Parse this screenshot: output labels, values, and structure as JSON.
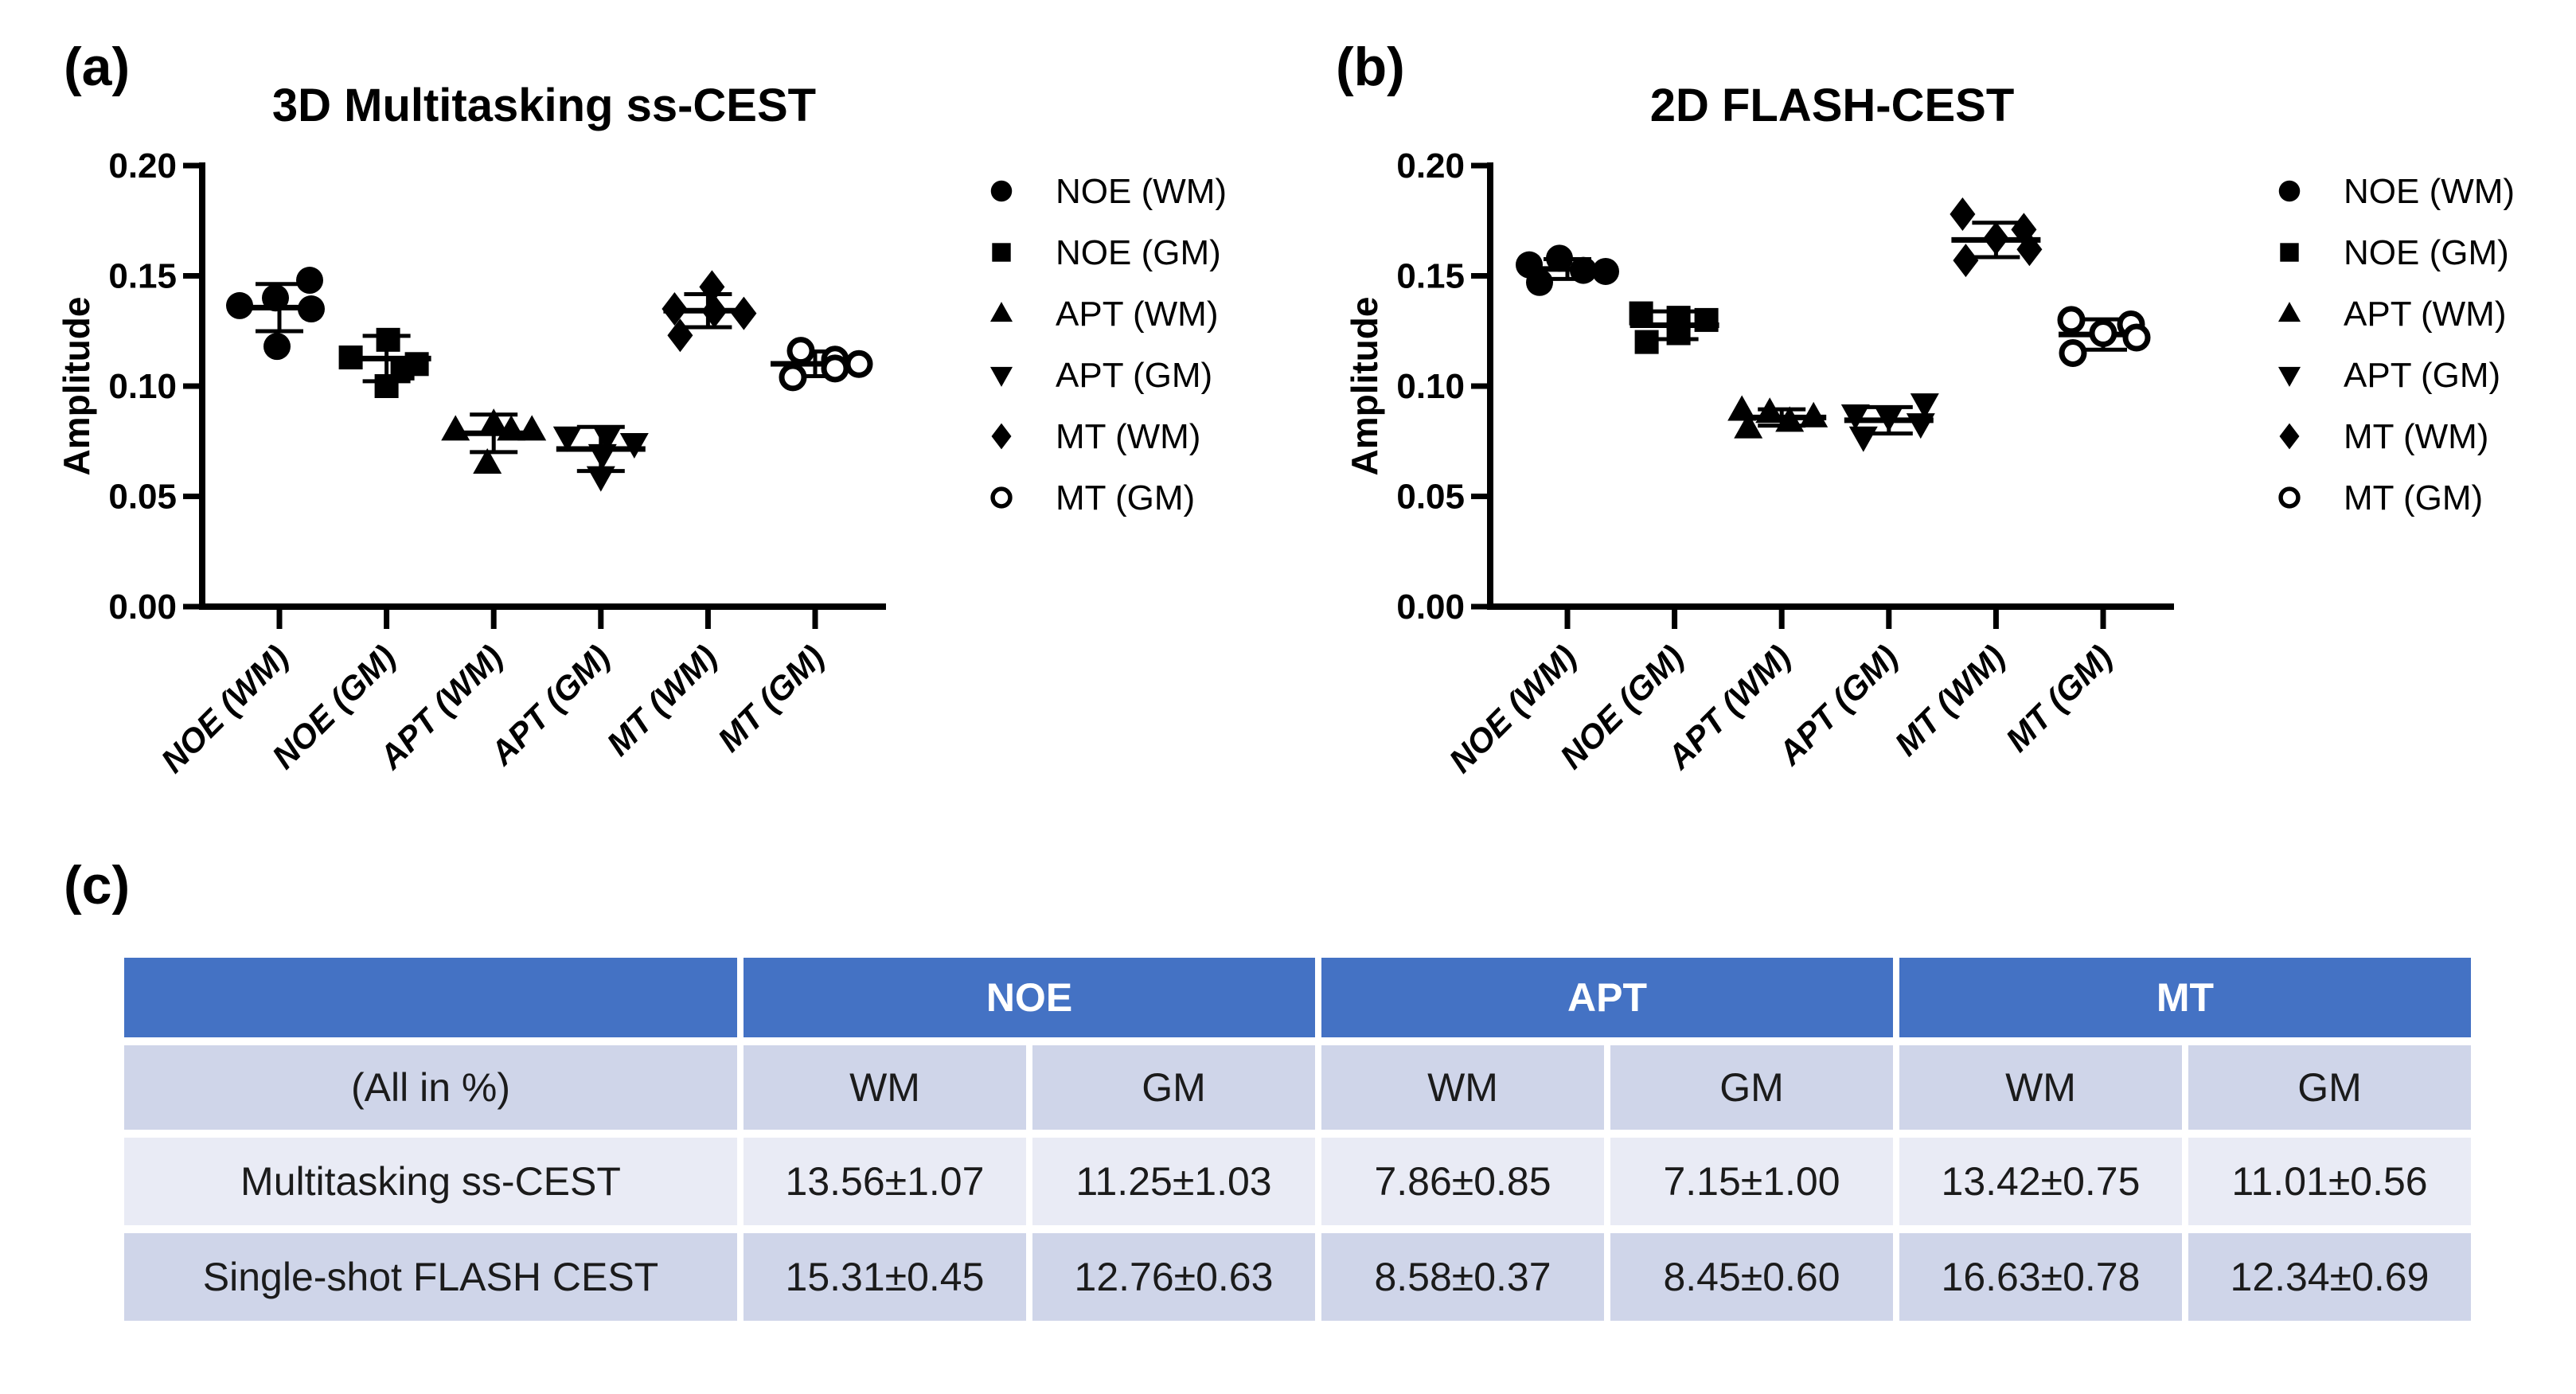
{
  "panels": {
    "a": {
      "label": "(a)"
    },
    "b": {
      "label": "(b)"
    },
    "c": {
      "label": "(c)"
    }
  },
  "colors": {
    "marker": "#000000",
    "axis": "#000000",
    "table_header_bg": "#4472C4",
    "table_header_text": "#ffffff",
    "table_band_light": "#E9EBF5",
    "table_band_dark": "#CFD5E9"
  },
  "chart_data": [
    {
      "type": "scatter",
      "panel": "a",
      "title": "3D Multitasking ss-CEST",
      "xlabel": "",
      "ylabel": "Amplitude",
      "ylim": [
        0,
        0.2
      ],
      "grid": false,
      "legend_position": "right",
      "ytick_values": [
        0,
        0.05,
        0.1,
        0.15,
        0.2
      ],
      "ytick_labels": [
        "0.00",
        "0.05",
        "0.10",
        "0.15",
        "0.20"
      ],
      "categories": [
        "NOE (WM)",
        "NOE (GM)",
        "APT (WM)",
        "APT (GM)",
        "MT (WM)",
        "MT (GM)"
      ],
      "series": [
        {
          "name": "NOE (WM)",
          "marker": "circle",
          "mean": 0.1356,
          "sd": 0.0107,
          "points": [
            [
              -50,
              0.1365
            ],
            [
              -5,
              0.14
            ],
            [
              38,
              0.148
            ],
            [
              40,
              0.135
            ],
            [
              -3,
              0.118
            ]
          ]
        },
        {
          "name": "NOE (GM)",
          "marker": "square",
          "mean": 0.1125,
          "sd": 0.0103,
          "points": [
            [
              2,
              0.121
            ],
            [
              -45,
              0.113
            ],
            [
              38,
              0.11
            ],
            [
              20,
              0.108
            ],
            [
              0,
              0.1
            ]
          ]
        },
        {
          "name": "APT (WM)",
          "marker": "triangle-up",
          "mean": 0.0786,
          "sd": 0.0085,
          "points": [
            [
              0,
              0.083
            ],
            [
              -48,
              0.08
            ],
            [
              22,
              0.08
            ],
            [
              48,
              0.08
            ],
            [
              -8,
              0.065
            ]
          ]
        },
        {
          "name": "APT (GM)",
          "marker": "triangle-down",
          "mean": 0.0715,
          "sd": 0.01,
          "points": [
            [
              -42,
              0.077
            ],
            [
              8,
              0.077
            ],
            [
              42,
              0.074
            ],
            [
              2,
              0.069
            ],
            [
              0,
              0.059
            ]
          ]
        },
        {
          "name": "MT (WM)",
          "marker": "diamond",
          "mean": 0.1342,
          "sd": 0.0075,
          "points": [
            [
              5,
              0.145
            ],
            [
              -42,
              0.135
            ],
            [
              8,
              0.134
            ],
            [
              45,
              0.133
            ],
            [
              -35,
              0.123
            ]
          ]
        },
        {
          "name": "MT (GM)",
          "marker": "open-circle",
          "mean": 0.1101,
          "sd": 0.0056,
          "points": [
            [
              -18,
              0.116
            ],
            [
              25,
              0.112
            ],
            [
              55,
              0.11
            ],
            [
              25,
              0.108
            ],
            [
              -28,
              0.104
            ]
          ]
        }
      ],
      "legend": [
        {
          "marker": "circle",
          "label": "NOE (WM)"
        },
        {
          "marker": "square",
          "label": "NOE (GM)"
        },
        {
          "marker": "triangle-up",
          "label": "APT (WM)"
        },
        {
          "marker": "triangle-down",
          "label": "APT (GM)"
        },
        {
          "marker": "diamond",
          "label": "MT (WM)"
        },
        {
          "marker": "open-circle",
          "label": "MT (GM)"
        }
      ]
    },
    {
      "type": "scatter",
      "panel": "b",
      "title": "2D FLASH-CEST",
      "xlabel": "",
      "ylabel": "Amplitude",
      "ylim": [
        0,
        0.2
      ],
      "grid": false,
      "legend_position": "right",
      "ytick_values": [
        0,
        0.05,
        0.1,
        0.15,
        0.2
      ],
      "ytick_labels": [
        "0.00",
        "0.05",
        "0.10",
        "0.15",
        "0.20"
      ],
      "categories": [
        "NOE (WM)",
        "NOE (GM)",
        "APT (WM)",
        "APT (GM)",
        "MT (WM)",
        "MT (GM)"
      ],
      "series": [
        {
          "name": "NOE (WM)",
          "marker": "circle",
          "mean": 0.1531,
          "sd": 0.0045,
          "points": [
            [
              -48,
              0.155
            ],
            [
              -10,
              0.158
            ],
            [
              20,
              0.1525
            ],
            [
              48,
              0.152
            ],
            [
              -35,
              0.147
            ]
          ]
        },
        {
          "name": "NOE (GM)",
          "marker": "square",
          "mean": 0.1276,
          "sd": 0.0063,
          "points": [
            [
              -42,
              0.133
            ],
            [
              5,
              0.131
            ],
            [
              40,
              0.13
            ],
            [
              5,
              0.124
            ],
            [
              -35,
              0.12
            ]
          ]
        },
        {
          "name": "APT (WM)",
          "marker": "triangle-up",
          "mean": 0.0858,
          "sd": 0.0037,
          "points": [
            [
              -50,
              0.089
            ],
            [
              -15,
              0.088
            ],
            [
              40,
              0.086
            ],
            [
              10,
              0.084
            ],
            [
              -42,
              0.081
            ]
          ]
        },
        {
          "name": "APT (GM)",
          "marker": "triangle-down",
          "mean": 0.0845,
          "sd": 0.006,
          "points": [
            [
              45,
              0.092
            ],
            [
              -42,
              0.087
            ],
            [
              0,
              0.086
            ],
            [
              40,
              0.083
            ],
            [
              -32,
              0.077
            ]
          ]
        },
        {
          "name": "MT (WM)",
          "marker": "diamond",
          "mean": 0.1663,
          "sd": 0.0078,
          "points": [
            [
              -42,
              0.178
            ],
            [
              35,
              0.171
            ],
            [
              0,
              0.167
            ],
            [
              42,
              0.162
            ],
            [
              -38,
              0.157
            ]
          ]
        },
        {
          "name": "MT (GM)",
          "marker": "open-circle",
          "mean": 0.1234,
          "sd": 0.0069,
          "points": [
            [
              -40,
              0.13
            ],
            [
              35,
              0.128
            ],
            [
              0,
              0.124
            ],
            [
              42,
              0.122
            ],
            [
              -38,
              0.115
            ]
          ]
        }
      ],
      "legend": [
        {
          "marker": "circle",
          "label": "NOE (WM)"
        },
        {
          "marker": "square",
          "label": "NOE (GM)"
        },
        {
          "marker": "triangle-up",
          "label": "APT (WM)"
        },
        {
          "marker": "triangle-down",
          "label": "APT (GM)"
        },
        {
          "marker": "diamond",
          "label": "MT (WM)"
        },
        {
          "marker": "open-circle",
          "label": "MT (GM)"
        }
      ]
    }
  ],
  "table": {
    "corner_label": "",
    "group_headers": [
      "NOE",
      "APT",
      "MT"
    ],
    "subheader": {
      "label_col": "(All in %)",
      "cols": [
        "WM",
        "GM",
        "WM",
        "GM",
        "WM",
        "GM"
      ]
    },
    "rows": [
      {
        "label": "Multitasking ss-CEST",
        "values": [
          "13.56±1.07",
          "11.25±1.03",
          "7.86±0.85",
          "7.15±1.00",
          "13.42±0.75",
          "11.01±0.56"
        ]
      },
      {
        "label": "Single-shot FLASH CEST",
        "values": [
          "15.31±0.45",
          "12.76±0.63",
          "8.58±0.37",
          "8.45±0.60",
          "16.63±0.78",
          "12.34±0.69"
        ]
      }
    ]
  }
}
